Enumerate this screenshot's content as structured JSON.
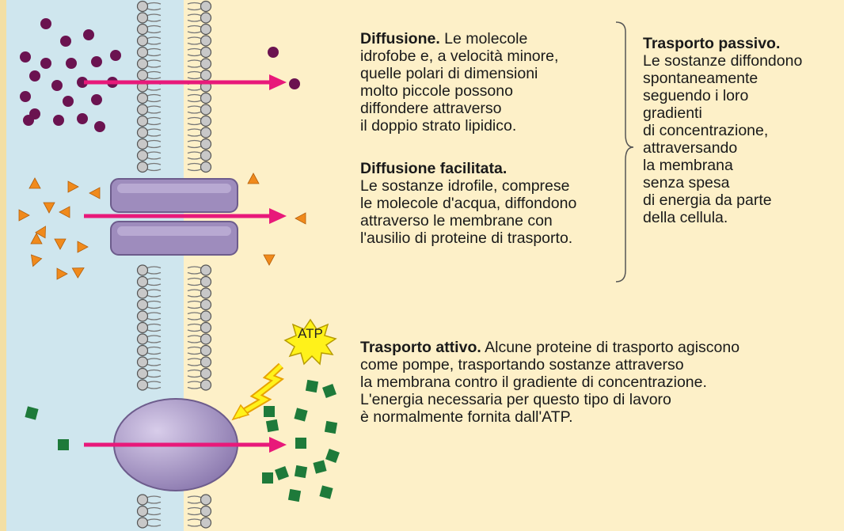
{
  "colors": {
    "background": "#fdf0c8",
    "extracellular": "#cfe6ee",
    "membrane_head": "#c8c8c8",
    "protein": "#9e8cbd",
    "arrow": "#e8197a",
    "molecule_small": "#6b1350",
    "molecule_triangle": "#f08a1c",
    "molecule_square": "#1e7a3a",
    "atp_burst": "#fff21a"
  },
  "diffusion": {
    "title": "Diffusione.",
    "lines": [
      " Le molecole",
      "idrofobe e, a velocità minore,",
      "quelle polari di dimensioni",
      "molto piccole possono",
      "diffondere attraverso",
      "il doppio strato lipidico."
    ]
  },
  "facilitated": {
    "title": "Diffusione facilitata.",
    "lines": [
      "Le sostanze idrofile, comprese",
      "le molecole d'acqua, diffondono",
      "attraverso le membrane con",
      "l'ausilio di proteine di trasporto."
    ]
  },
  "passive": {
    "title": "Trasporto passivo.",
    "lines": [
      "Le sostanze diffondono",
      "spontaneamente",
      "seguendo i loro",
      "gradienti",
      "di concentrazione,",
      "attraversando",
      "la membrana",
      "senza spesa",
      "di energia da parte",
      "della cellula."
    ]
  },
  "active": {
    "title": "Trasporto attivo.",
    "lines": [
      " Alcune proteine di trasporto agiscono",
      "come pompe, trasportando sostanze attraverso",
      "la membrana contro il gradiente di concentrazione.",
      "L'energia necessaria per questo tipo di lavoro",
      "è normalmente fornita dall'ATP."
    ]
  },
  "atp_label": "ATP",
  "icons": {
    "small_molecule": "circle",
    "hydrophilic_molecule": "triangle",
    "pumped_substance": "square",
    "energy": "lightning-bolt"
  }
}
